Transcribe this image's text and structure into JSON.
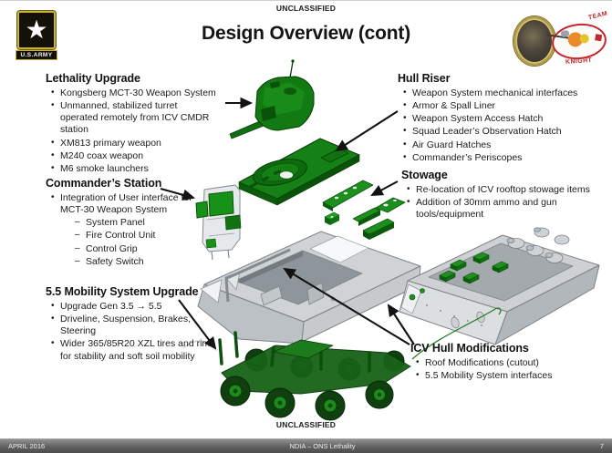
{
  "slide": {
    "classification_top": "UNCLASSIFIED",
    "classification_bottom": "UNCLASSIFIED",
    "title": "Design Overview (cont)",
    "footer": {
      "date": "APRIL 2016",
      "brief": "NDIA – ONS Lethality",
      "page": "7"
    }
  },
  "logos": {
    "army_label": "U.S.ARMY",
    "army_star": "★",
    "team_label": "TEAM",
    "knight_label": "KNIGHT"
  },
  "ui": {
    "bullet_char": "•",
    "dash_char": "–"
  },
  "colors": {
    "upgrade_green": "#158015",
    "upgrade_green_dark": "#0a520a",
    "hull_gray": "#cdd1d4",
    "arrow_black": "#121212",
    "footer_bar_gray": "#6a6a6a",
    "emblem_red": "#c2262e",
    "army_gold": "#c9b037"
  },
  "callouts": [
    {
      "heading": "Lethality Upgrade",
      "bullets": [
        "Kongsberg MCT-30 Weapon System",
        "Unmanned, stabilized turret operated remotely from ICV CMDR station",
        "XM813 primary weapon",
        "M240 coax weapon",
        "M6 smoke launchers"
      ]
    },
    {
      "heading": "Commander’s Station",
      "bullets": [
        "Integration of User interface for MCT-30 Weapon System"
      ],
      "sub_bullets": [
        "System Panel",
        "Fire Control Unit",
        "Control Grip",
        "Safety Switch"
      ]
    },
    {
      "heading": "5.5 Mobility System Upgrade",
      "bullets": [
        "Upgrade Gen 3.5 → 5.5",
        "Driveline, Suspension, Brakes, Steering",
        "Wider 365/85R20 XZL tires and rims for stability and soft soil mobility"
      ]
    },
    {
      "heading": "Hull Riser",
      "bullets": [
        "Weapon System mechanical interfaces",
        "Armor & Spall Liner",
        "Weapon System Access Hatch",
        "Squad Leader’s Observation Hatch",
        "Air Guard Hatches",
        "Commander’s Periscopes"
      ]
    },
    {
      "heading": "Stowage",
      "bullets": [
        "Re-location of ICV rooftop stowage items",
        "Addition of 30mm ammo and gun tools/equipment"
      ]
    },
    {
      "heading": "ICV Hull Modifications",
      "bullets": [
        "Roof Modifications (cutout)",
        "5.5 Mobility System interfaces"
      ]
    }
  ]
}
